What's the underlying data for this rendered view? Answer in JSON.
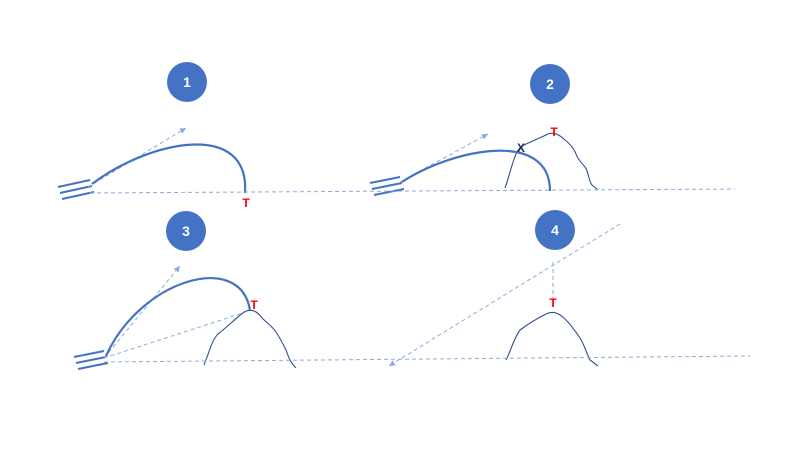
{
  "colors": {
    "badge_fill": "#4472c4",
    "badge_text": "#ffffff",
    "trajectory": "#4472c4",
    "dashed_line": "#8eaadb",
    "target_label": "#ff0000",
    "cross_label": "#1f2d5a",
    "hill_outline": "#2f4f8f"
  },
  "panels": [
    {
      "number": "1",
      "target_label": "T"
    },
    {
      "number": "2",
      "target_label": "T",
      "cross_label": "X"
    },
    {
      "number": "3",
      "target_label": "T"
    },
    {
      "number": "4",
      "target_label": "T"
    }
  ]
}
